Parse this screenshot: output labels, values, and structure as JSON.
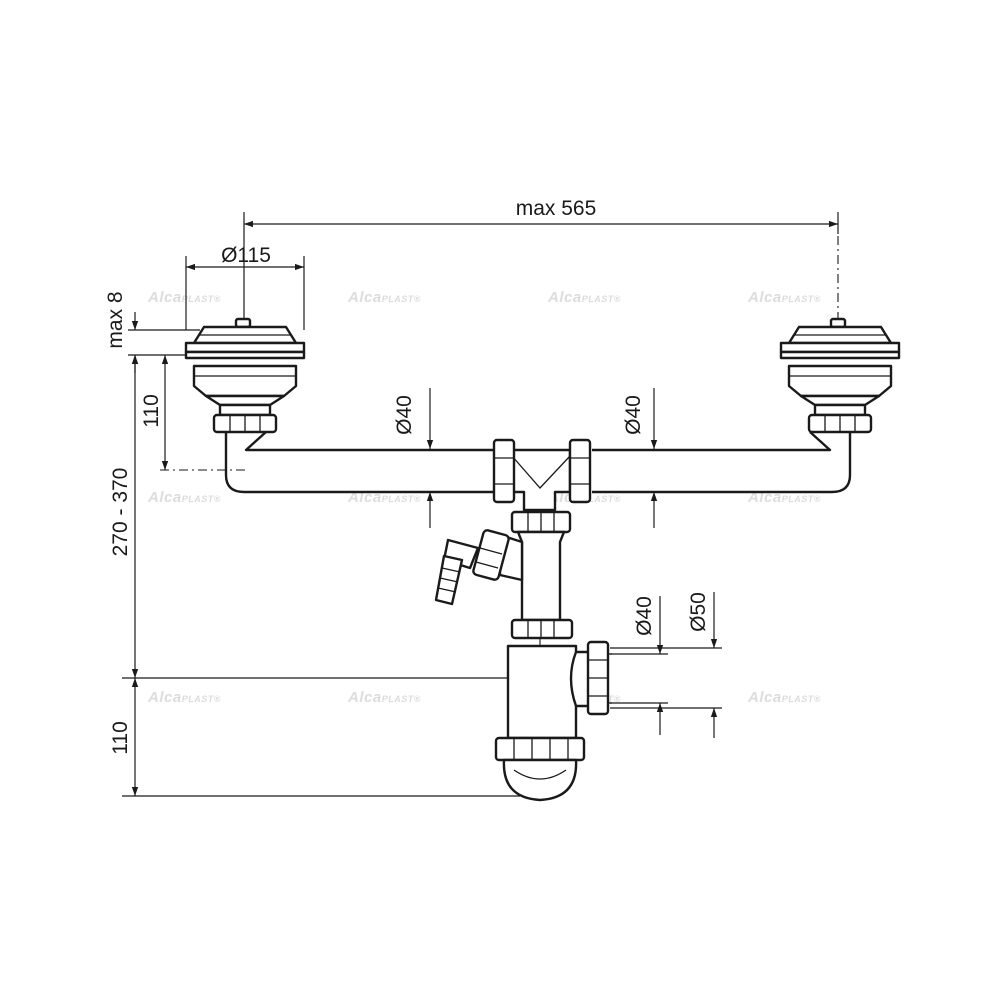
{
  "dimensions": {
    "overall_width": "max 565",
    "strainer_diameter": "Ø115",
    "top_gap": "max 8",
    "strainer_height": "110",
    "install_height": "270 - 370",
    "trap_depth": "110",
    "left_pipe_diameter": "Ø40",
    "right_pipe_diameter": "Ø40",
    "outlet_inner_diameter": "Ø40",
    "outlet_outer_diameter": "Ø50"
  },
  "watermark": {
    "brand": "Alca",
    "brand_suffix": "PLAST",
    "mark": "®"
  },
  "colors": {
    "line": "#1a1a1a",
    "watermark": "#dcdcdc",
    "background": "#ffffff"
  }
}
